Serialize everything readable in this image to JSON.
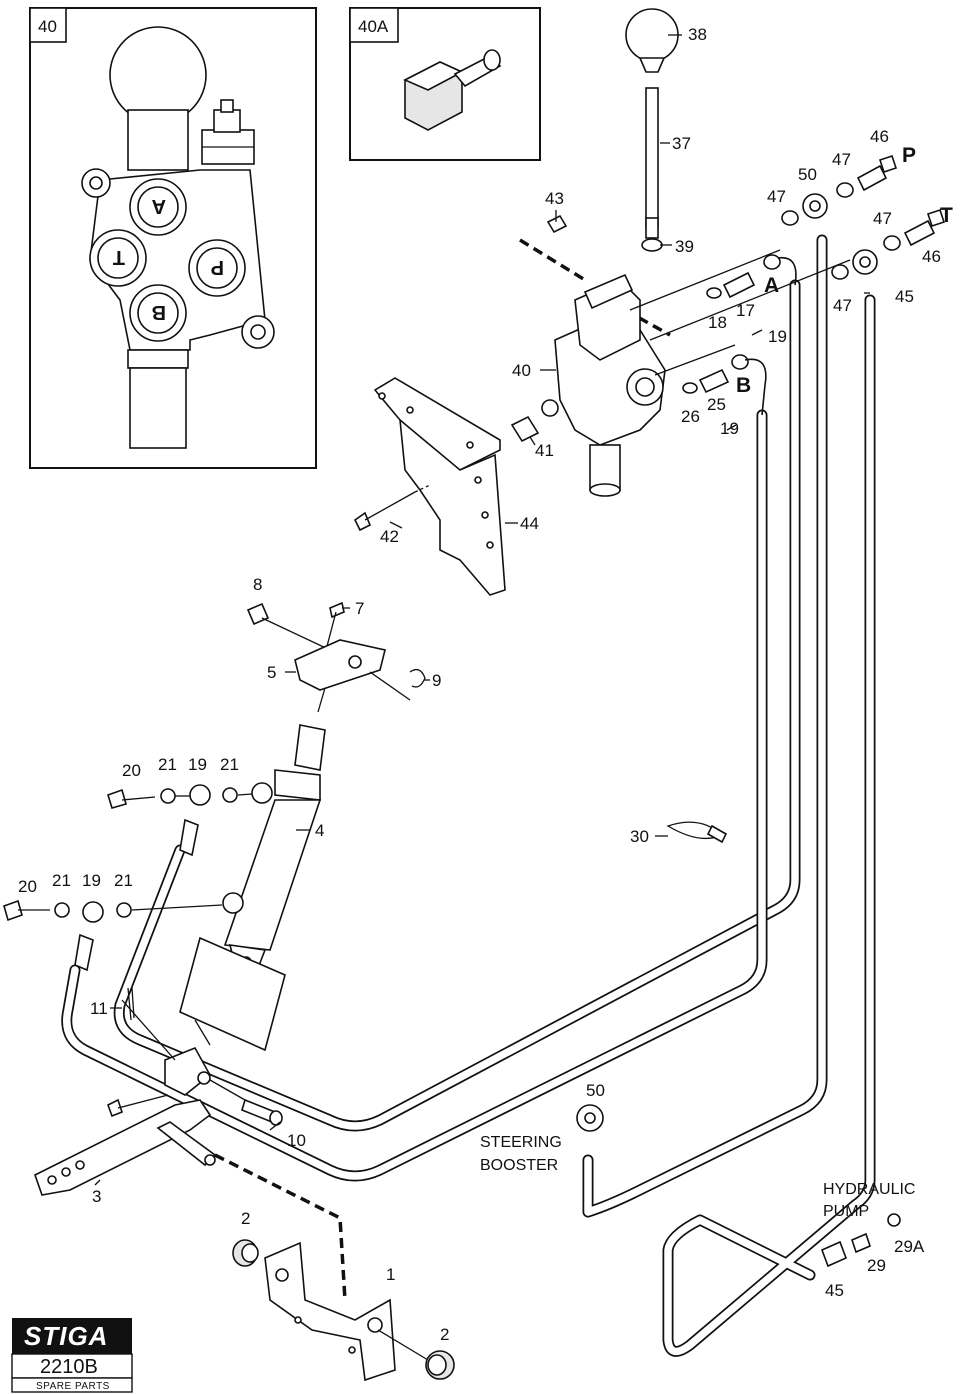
{
  "inset_40": {
    "label": "40",
    "ports": [
      "A",
      "T",
      "P",
      "B"
    ]
  },
  "inset_40a": {
    "label": "40A"
  },
  "callouts": {
    "c38": "38",
    "c37": "37",
    "c39": "39",
    "c43": "43",
    "c46a": "46",
    "c46b": "46",
    "cP": "P",
    "cT": "T",
    "c47a": "47",
    "c47b": "47",
    "c47c": "47",
    "c47d": "47",
    "c50a": "50",
    "c45a": "45",
    "cA": "A",
    "c17": "17",
    "c18": "18",
    "c19a": "19",
    "c19b": "19",
    "cB": "B",
    "c25": "25",
    "c26": "26",
    "c40": "40",
    "c41": "41",
    "c42": "42",
    "c44": "44",
    "c8": "8",
    "c7": "7",
    "c5": "5",
    "c9": "9",
    "c20a": "20",
    "c21a": "21",
    "c19c": "19",
    "c21b": "21",
    "c4": "4",
    "c30": "30",
    "c20b": "20",
    "c21c": "21",
    "c19d": "19",
    "c21d": "21",
    "c11": "11",
    "c10": "10",
    "c3": "3",
    "c50b": "50",
    "c2a": "2",
    "c1": "1",
    "c2b": "2",
    "c29": "29",
    "c29a": "29A",
    "c45b": "45"
  },
  "steering_booster": [
    "STEERING",
    "BOOSTER"
  ],
  "hydraulic_pump": [
    "HYDRAULIC",
    "PUMP"
  ],
  "brand": {
    "logo": "STIGA",
    "model": "2210B",
    "subtitle": "SPARE PARTS"
  }
}
